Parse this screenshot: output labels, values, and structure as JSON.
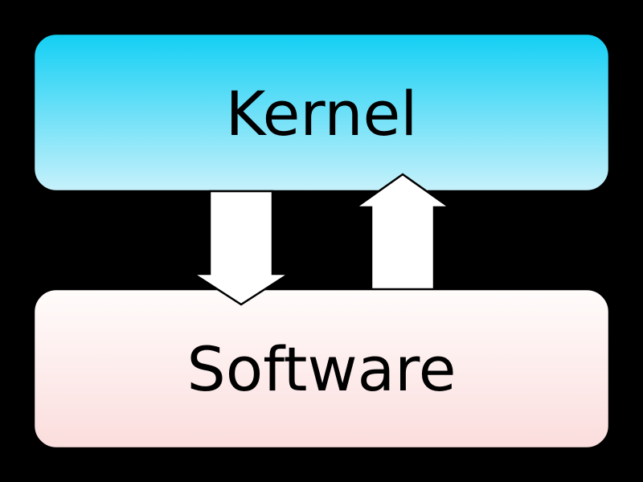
{
  "diagram": {
    "type": "layered-architecture",
    "background_color": "#000000",
    "nodes": [
      {
        "id": "kernel",
        "label": "Kernel",
        "gradient_top": "#12CFF4",
        "gradient_bottom": "#C7F1FB",
        "text_color": "#000000",
        "outline_color": "#000000"
      },
      {
        "id": "software",
        "label": "Software",
        "gradient_top": "#FFFCFB",
        "gradient_bottom": "#FBDDDD",
        "text_color": "#000000",
        "outline_color": "#000000"
      }
    ],
    "arrows": [
      {
        "id": "kernel-to-software",
        "direction": "down",
        "from": "kernel",
        "to": "software",
        "fill": "#FFFFFF",
        "outline": "#000000"
      },
      {
        "id": "software-to-kernel",
        "direction": "up",
        "from": "software",
        "to": "kernel",
        "fill": "#FFFFFF",
        "outline": "#000000"
      }
    ]
  }
}
